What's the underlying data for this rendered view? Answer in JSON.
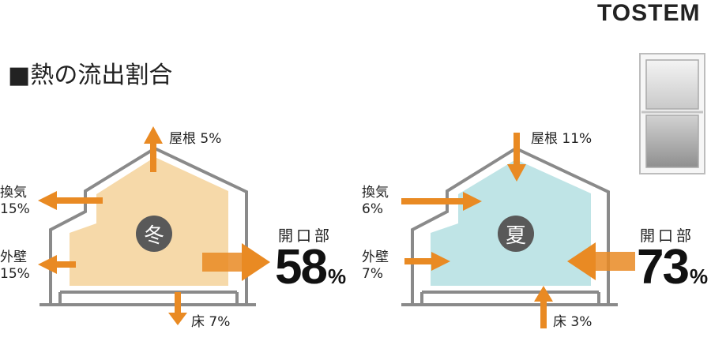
{
  "brand": "TOSTEM",
  "heading": "■熱の流出割合",
  "winter": {
    "season_label": "冬",
    "roof": "屋根 5%",
    "ventilation_name": "換気",
    "ventilation_value": "15%",
    "wall_name": "外壁",
    "wall_value": "15%",
    "floor": "床 7%",
    "opening_title": "開口部",
    "opening_value": "58",
    "opening_unit": "%"
  },
  "summer": {
    "season_label": "夏",
    "roof": "屋根 11%",
    "ventilation_name": "換気",
    "ventilation_value": "6%",
    "wall_name": "外壁",
    "wall_value": "7%",
    "floor": "床 3%",
    "opening_title": "開口部",
    "opening_value": "73",
    "opening_unit": "%"
  },
  "colors": {
    "arrow": "#E98A23",
    "winter_fill": "#F6D9A9",
    "summer_fill": "#BFE4E6",
    "outline": "#8A8A8A",
    "badge": "#595959"
  },
  "window_icon": "double-hung-window-icon"
}
